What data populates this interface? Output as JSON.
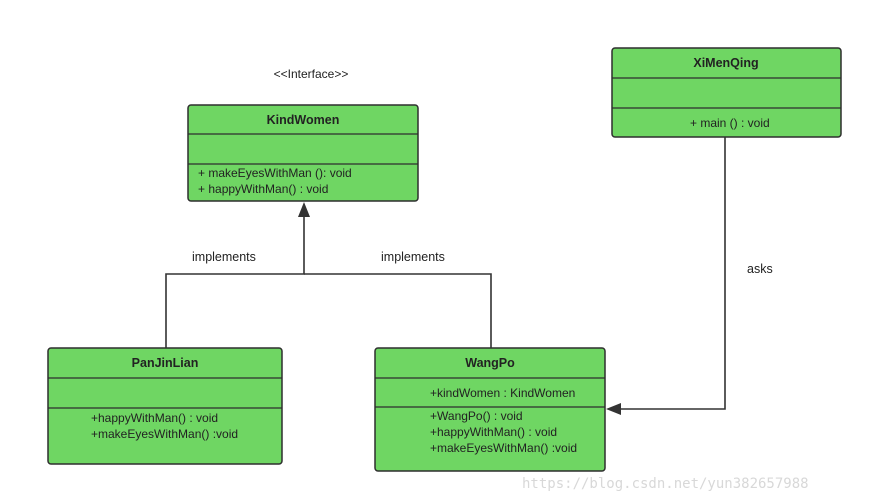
{
  "stereotype": "<<Interface>>",
  "classes": {
    "kind_women": {
      "name": "KindWomen",
      "attributes": [],
      "methods": [
        "+ makeEyesWithMan (): void",
        "+ happyWithMan() : void"
      ]
    },
    "xi_men_qing": {
      "name": "XiMenQing",
      "attributes": [],
      "methods": [
        "+ main () : void"
      ]
    },
    "pan_jin_lian": {
      "name": "PanJinLian",
      "attributes": [],
      "methods": [
        "+happyWithMan() : void",
        "+makeEyesWithMan() :void"
      ]
    },
    "wang_po": {
      "name": "WangPo",
      "attributes": [
        "+kindWomen : KindWomen"
      ],
      "methods": [
        "+WangPo() : void",
        "+happyWithMan() : void",
        "+makeEyesWithMan() :void"
      ]
    }
  },
  "relations": {
    "implements_left": "implements",
    "implements_right": "implements",
    "asks": "asks"
  },
  "colors": {
    "class_fill": "#6fd663",
    "class_border": "#2e2e2e",
    "connector": "#333333",
    "watermark": "#d8d8d8"
  },
  "watermark": "https://blog.csdn.net/yun382657988"
}
